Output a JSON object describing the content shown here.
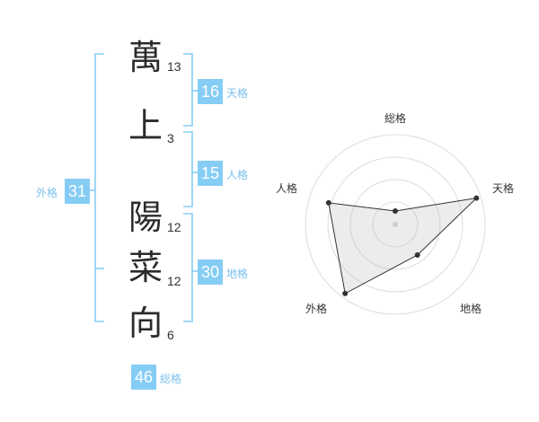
{
  "name_chars": [
    {
      "char": "萬",
      "strokes": "13"
    },
    {
      "char": "上",
      "strokes": "3"
    },
    {
      "char": "陽",
      "strokes": "12"
    },
    {
      "char": "菜",
      "strokes": "12"
    },
    {
      "char": "向",
      "strokes": "6"
    }
  ],
  "fortunes": {
    "tenkaku": {
      "label": "天格",
      "value": "16"
    },
    "jinkaku": {
      "label": "人格",
      "value": "15"
    },
    "chikaku": {
      "label": "地格",
      "value": "30"
    },
    "gaikaku": {
      "label": "外格",
      "value": "31"
    },
    "soukaku": {
      "label": "総格",
      "value": "46"
    }
  },
  "colors": {
    "accent": "#86cdf5",
    "bracket": "#86cdf5",
    "text": "#2b2b2b"
  },
  "chart_data": {
    "type": "radar",
    "axes": [
      "総格",
      "天格",
      "地格",
      "外格",
      "人格"
    ],
    "values": [
      0.15,
      0.95,
      0.42,
      0.95,
      0.78
    ],
    "rings": 4,
    "grid": true
  }
}
